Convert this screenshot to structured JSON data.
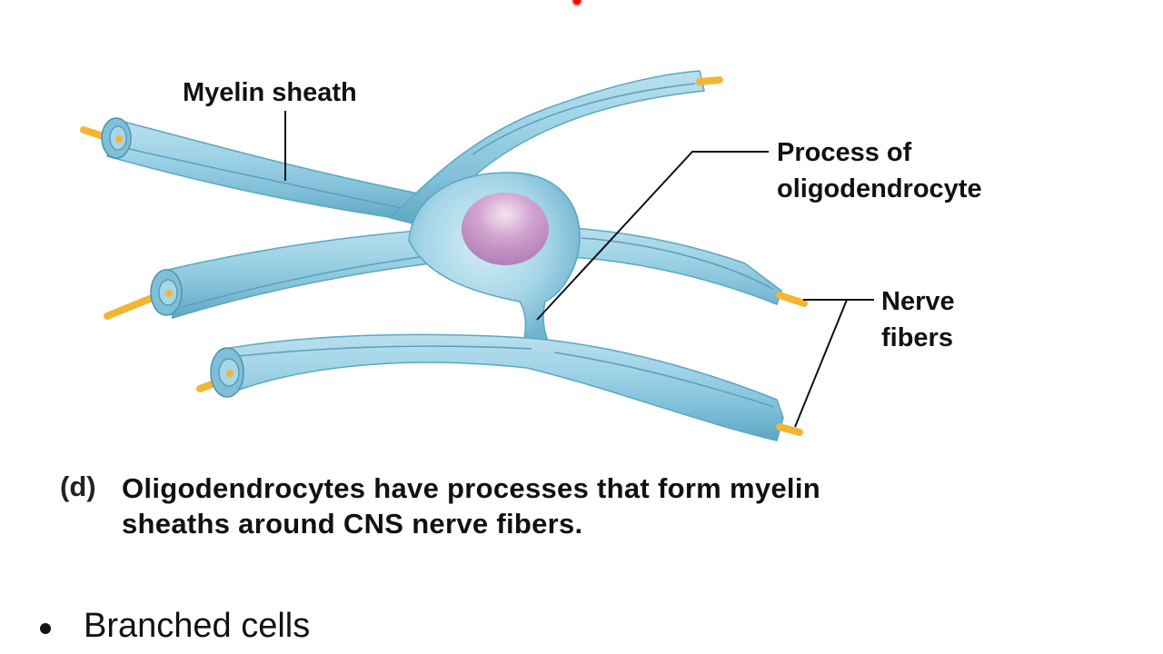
{
  "slide": {
    "figure": {
      "labels": {
        "myelin_sheath": "Myelin sheath",
        "process_line1": "Process of",
        "process_line2": "oligodendrocyte",
        "nerve_line1": "Nerve",
        "nerve_line2": "fibers"
      },
      "caption": {
        "letter": "(d)",
        "line1": "Oligodendrocytes have processes that form myelin",
        "line2": "sheaths around CNS nerve fibers."
      },
      "colors": {
        "sheath": "#8cc9de",
        "sheath_dark": "#5aa7c4",
        "sheath_light": "#c9e8f2",
        "axon": "#f2b534",
        "nucleus": "#c58fc0"
      }
    },
    "bullets": [
      {
        "text": "Branched cells"
      }
    ],
    "pointer": "laser-pointer"
  }
}
